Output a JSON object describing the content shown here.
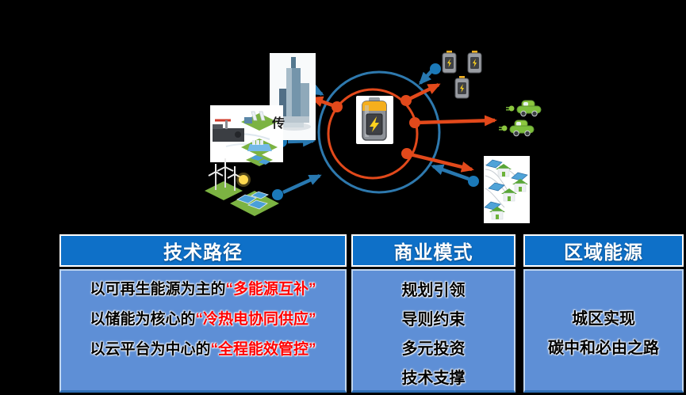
{
  "colors": {
    "background": "#000000",
    "panel_header_blue": "#0E70C8",
    "panel_body_blue": "#5E8FD6",
    "highlight_red": "#FF0000",
    "outer_circle_blue": "#2E79AE",
    "inner_circle_orange": "#E2491B",
    "node_blue": "#1B79B8"
  },
  "diagram": {
    "partial_label": "传",
    "icons": [
      "office-building",
      "power-plant",
      "renewable-energy",
      "battery-storage",
      "electric-vehicle",
      "smart-homes",
      "central-battery"
    ]
  },
  "panels": {
    "tech": {
      "header": "技术路径",
      "lines": [
        {
          "prefix": "以可再生能源为主的",
          "highlight": "“多能源互补”"
        },
        {
          "prefix": "以储能为核心的",
          "highlight": "“冷热电协同供应”"
        },
        {
          "prefix": "以云平台为中心的",
          "highlight": "“全程能效管控”"
        }
      ]
    },
    "business": {
      "header": "商业模式",
      "items": [
        "规划引领",
        "导则约束",
        "多元投资",
        "技术支撑"
      ]
    },
    "regional": {
      "header": "区域能源",
      "items": [
        "城区实现",
        "碳中和必由之路"
      ]
    }
  }
}
